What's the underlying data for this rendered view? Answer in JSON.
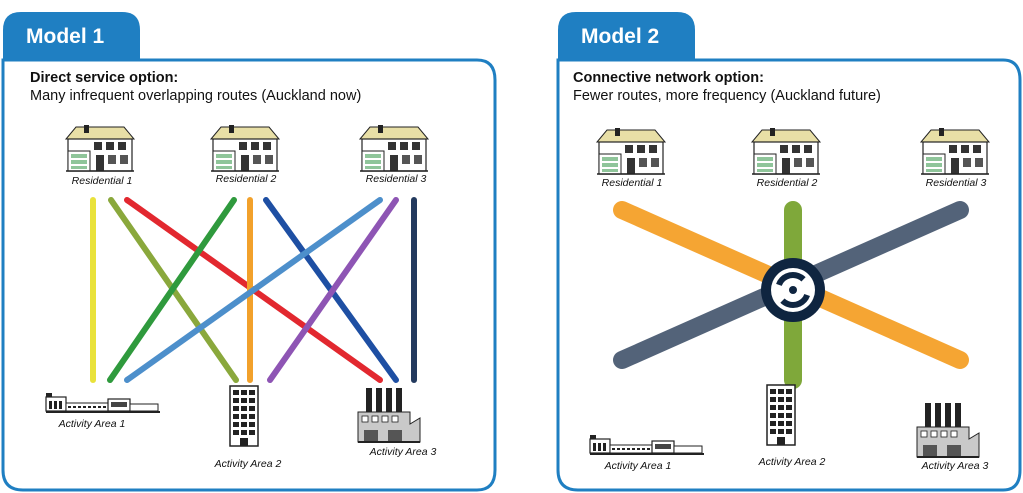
{
  "models": [
    {
      "tab_label": "Model 1",
      "option_title": "Direct service option:",
      "option_subtitle": "Many infrequent overlapping routes (Auckland now)",
      "residential_labels": [
        "Residential 1",
        "Residential 2",
        "Residential 3"
      ],
      "activity_labels": [
        "Activity Area 1",
        "Activity Area 2",
        "Activity Area 3"
      ],
      "route_colors": [
        "#e9e23b",
        "#8aa83c",
        "#e2282f",
        "#2f9a3d",
        "#f2a12b",
        "#1e4fa3",
        "#4d8fcb",
        "#8e55b4",
        "#233a5e"
      ]
    },
    {
      "tab_label": "Model 2",
      "option_title": "Connective network option:",
      "option_subtitle": "Fewer routes, more frequency (Auckland future)",
      "residential_labels": [
        "Residential 1",
        "Residential 2",
        "Residential 3"
      ],
      "activity_labels": [
        "Activity Area 1",
        "Activity Area 2",
        "Activity Area 3"
      ],
      "route_colors": [
        "#f5a533",
        "#536379",
        "#7fa83a"
      ],
      "hub_icon": "transfer-hub-icon"
    }
  ],
  "colors": {
    "frame": "#1f7fc2",
    "tab": "#1f7fc2",
    "hub": "#0f2540"
  }
}
